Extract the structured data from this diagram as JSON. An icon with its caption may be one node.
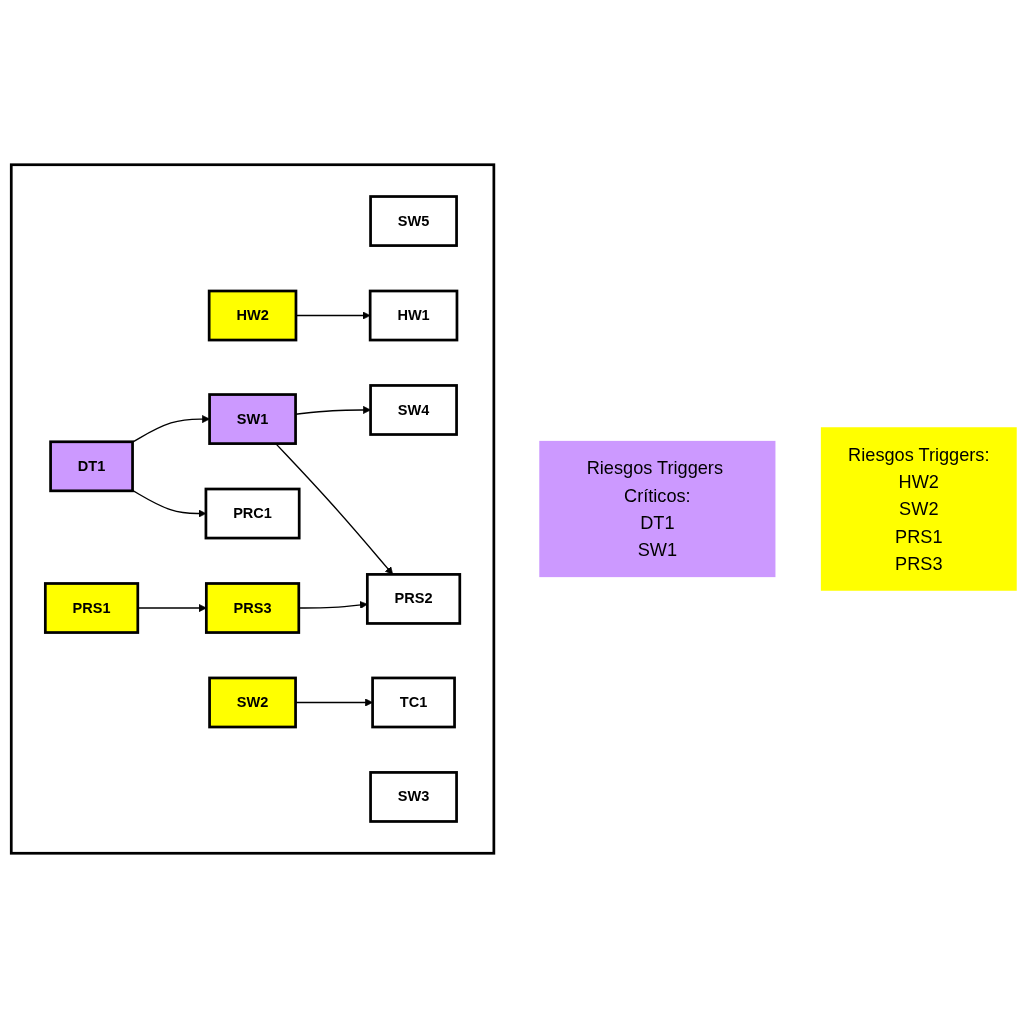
{
  "diagram": {
    "nodes": [
      {
        "text": [],
        "shape": "box"
      },
      {
        "text": [
          "SW5"
        ],
        "in": 0
      },
      {
        "text": [
          "SW3"
        ],
        "in": 0
      },
      {
        "text": [
          "HW2"
        ],
        "in": 0
      },
      {
        "text": [
          "HW1"
        ],
        "in": 0
      },
      {
        "text": [
          "DT1"
        ],
        "in": 0
      },
      {
        "text": [
          "PRC1"
        ],
        "in": 0
      },
      {
        "text": [
          "SW1"
        ],
        "in": 0
      },
      {
        "text": [
          "PRS2"
        ],
        "in": 0
      },
      {
        "text": [
          "SW4"
        ],
        "in": 0
      },
      {
        "text": [
          "PRS1"
        ],
        "in": 0
      },
      {
        "text": [
          "PRS3"
        ],
        "in": 0
      },
      {
        "text": [
          "SW2"
        ],
        "in": 0
      },
      {
        "text": [
          "TC1"
        ],
        "in": 0
      },
      {
        "text": [
          "Riesgos Triggers Críticos:",
          "DT1",
          "SW1"
        ]
      },
      {
        "text": [
          "Riesgos Triggers:",
          "HW2",
          "SW2",
          "PRS1",
          "PRS3"
        ]
      }
    ],
    "edges": [
      {
        "from": 3,
        "to": 4,
        "arrow": "to"
      },
      {
        "from": 5,
        "to": 6,
        "arrow": "to"
      },
      {
        "from": 5,
        "to": 7,
        "arrow": "to"
      },
      {
        "from": 7,
        "to": 8,
        "arrow": "to"
      },
      {
        "from": 7,
        "to": 9,
        "arrow": "to"
      },
      {
        "from": 10,
        "to": 11,
        "arrow": "to"
      },
      {
        "from": 11,
        "to": 8,
        "arrow": "to"
      },
      {
        "from": 12,
        "to": 13,
        "arrow": "to"
      }
    ]
  }
}
